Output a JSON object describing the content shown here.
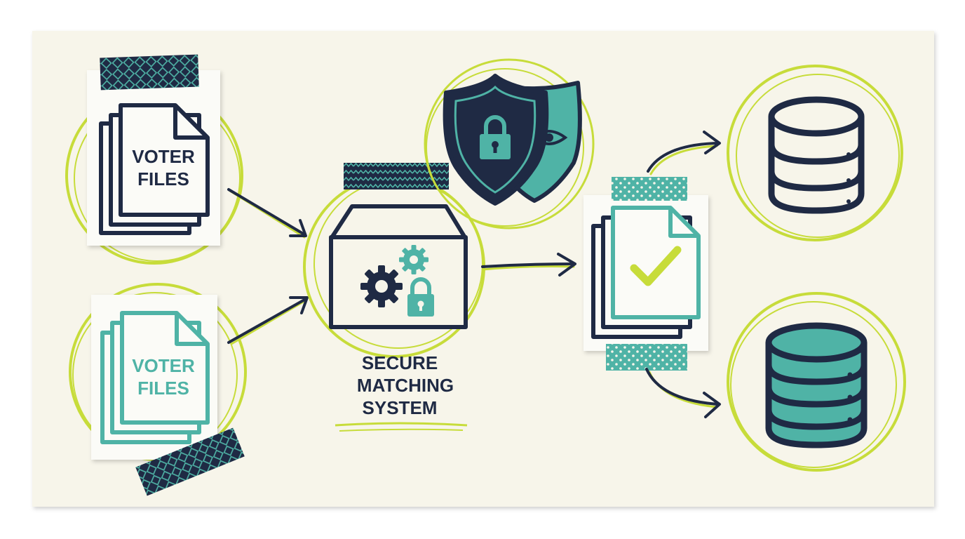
{
  "labels": {
    "file_top": [
      "VOTER",
      "FILES"
    ],
    "file_bottom": [
      "VOTER",
      "FILES"
    ],
    "system": [
      "SECURE",
      "MATCHING",
      "SYSTEM"
    ]
  },
  "colors": {
    "paper": "#f7f5ea",
    "navy": "#1f2a44",
    "teal": "#4fb3a6",
    "lime": "#c7dc3a",
    "card": "#fbfbf7"
  },
  "icons": {
    "top_file": "document-stack-icon",
    "bottom_file": "document-stack-icon",
    "system": "box-gears-lock-icon",
    "shield": "shield-lock-eye-icon",
    "result": "checked-document-stack-icon",
    "db_top": "database-icon",
    "db_bottom": "database-icon"
  }
}
